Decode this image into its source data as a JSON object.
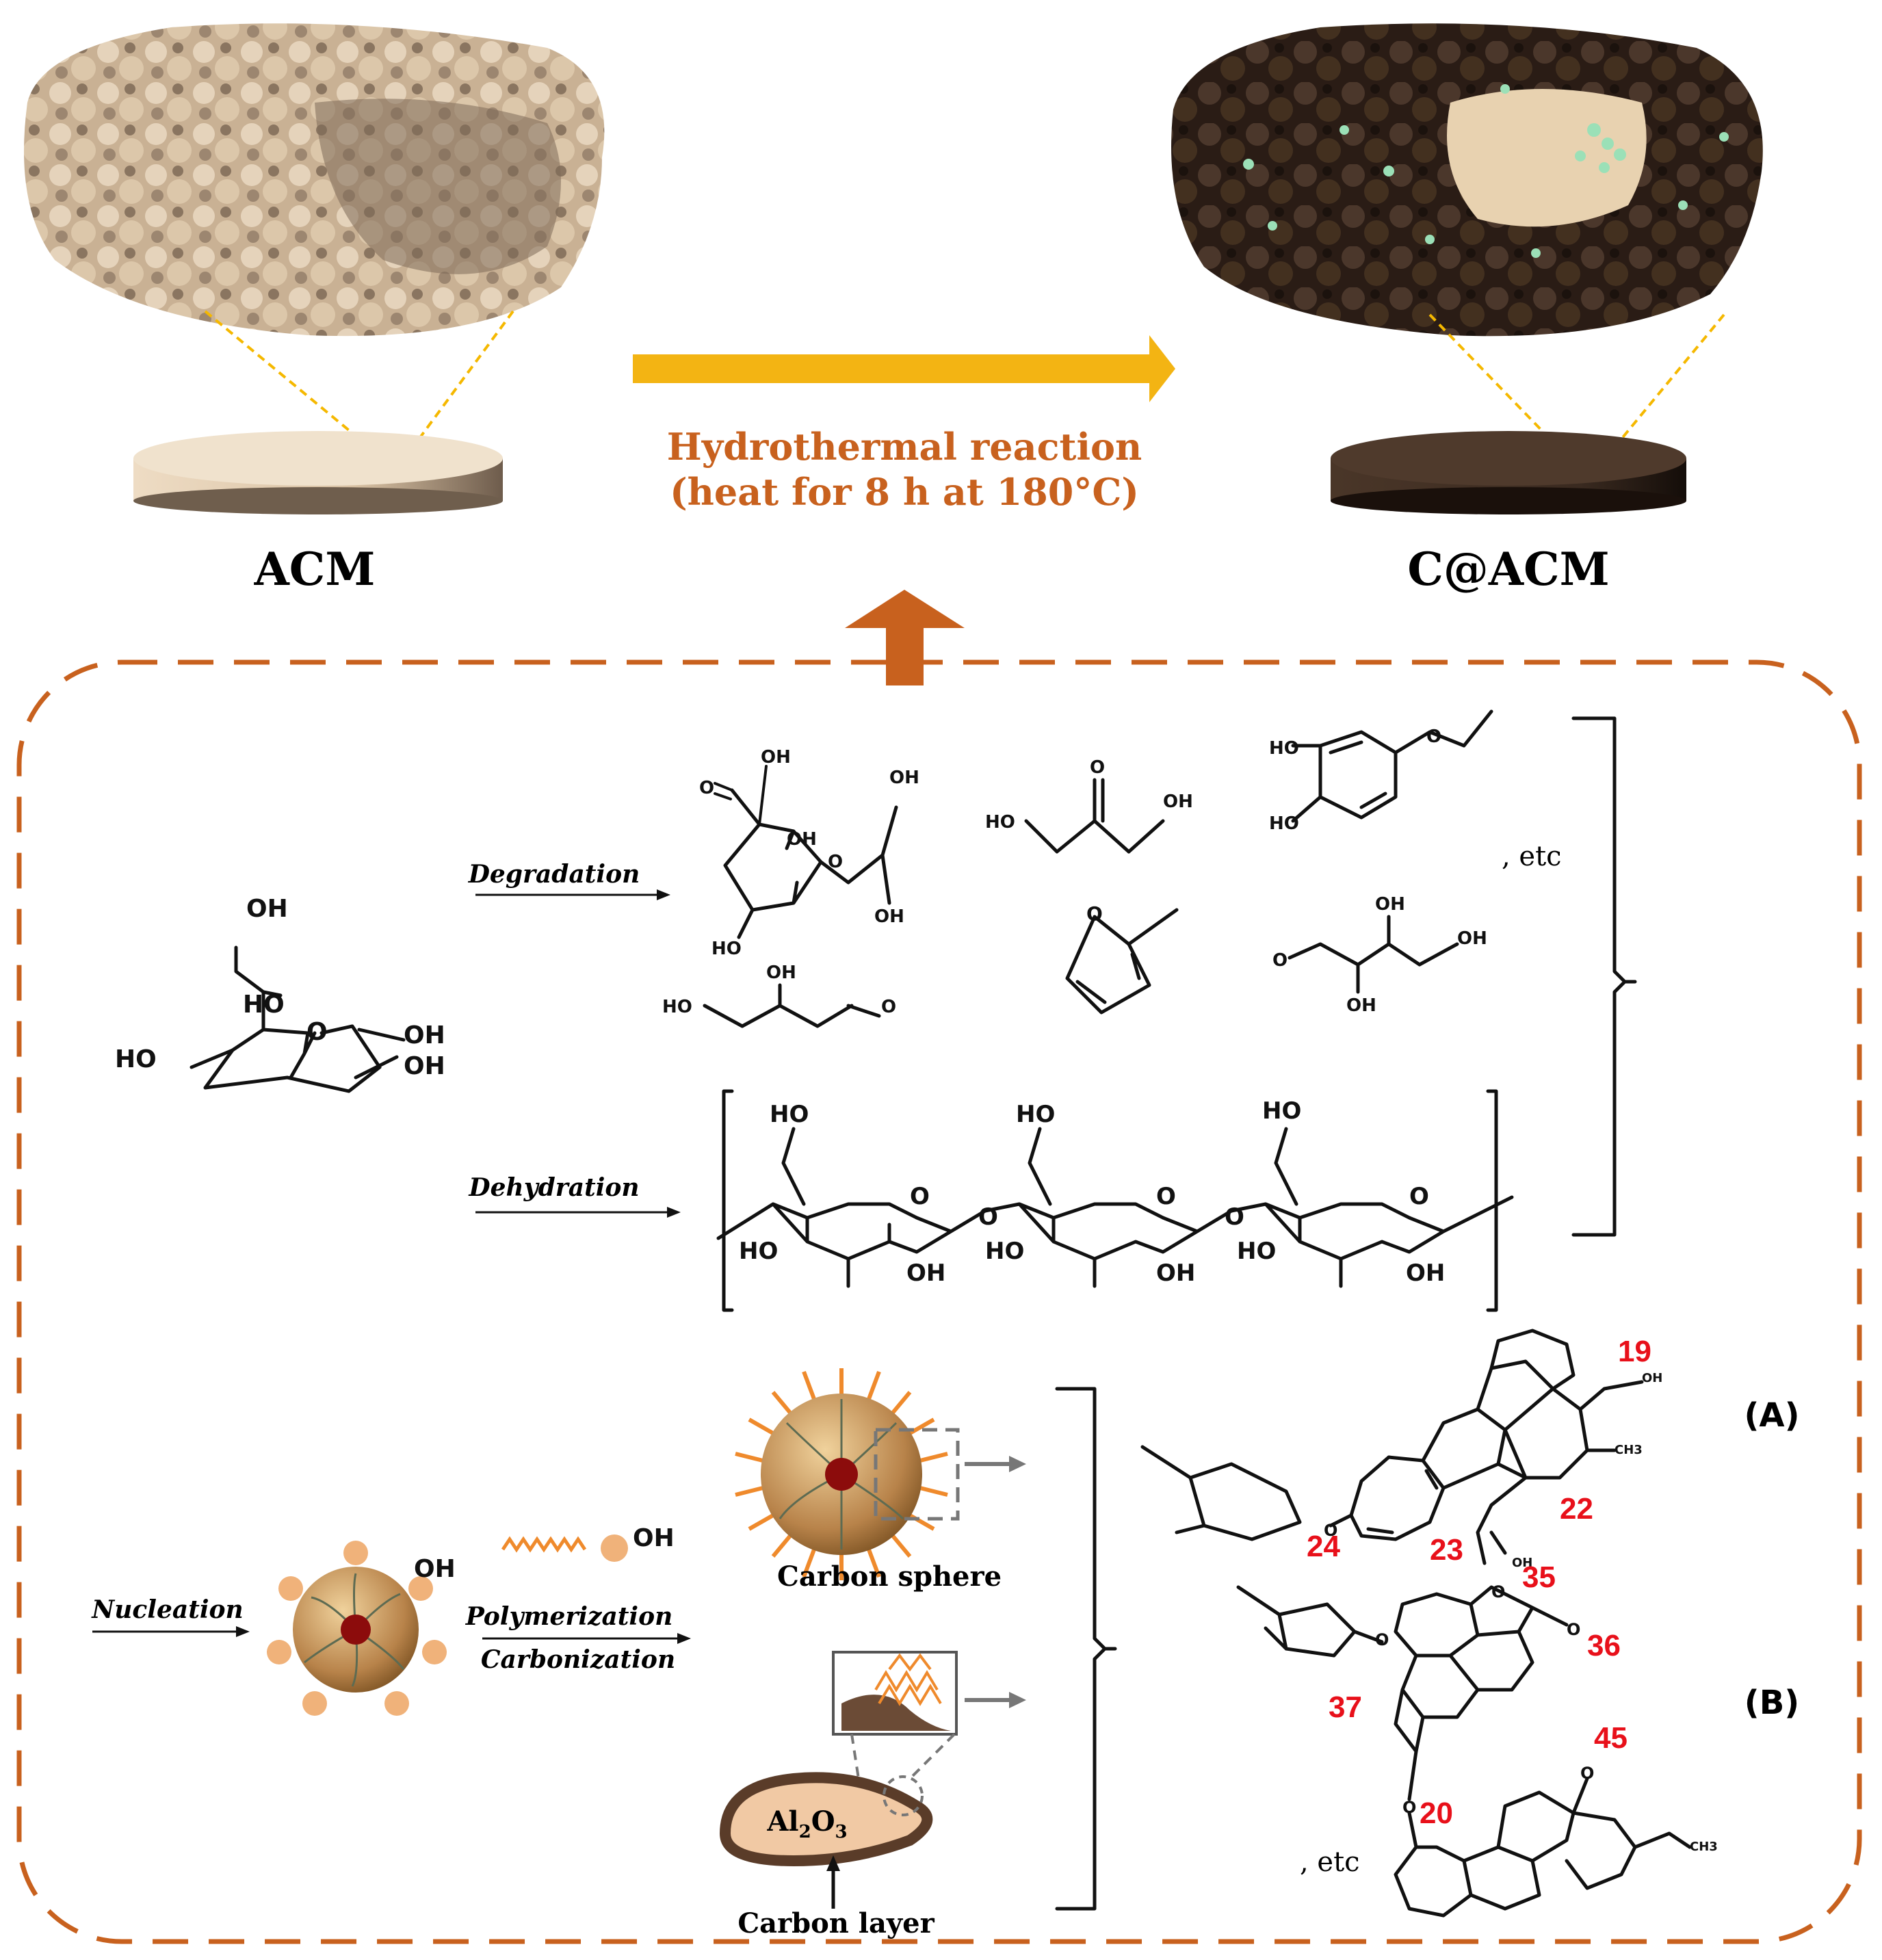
{
  "panel_top": {
    "left_label": "ACM",
    "right_label": "C@ACM",
    "arrow_line1": "Hydrothermal reaction",
    "arrow_line2": "(heat for 8 h at 180°C)"
  },
  "steps": {
    "degradation": "Degradation",
    "dehydration": "Dehydration",
    "nucleation": "Nucleation",
    "polymerization": "Polymerization",
    "carbonization": "Carbonization"
  },
  "labels": {
    "etc_top": ", etc",
    "etc_bottom": ", etc",
    "carbon_sphere": "Carbon sphere",
    "alumina": "Al",
    "alumina_sub": "2",
    "alumina_o": "O",
    "alumina_sub2": "3",
    "carbon_layer": "Carbon layer",
    "structure_a": "(A)",
    "structure_b": "(B)",
    "oh": "OH"
  },
  "site_numbers": {
    "n19": "19",
    "n22": "22",
    "n23": "23",
    "n24": "24",
    "n35": "35",
    "n36": "36",
    "n37": "37",
    "n45": "45",
    "n20": "20"
  },
  "colors": {
    "accent_orange": "#c8611e",
    "arrow_yellow": "#f3b413",
    "acm_beige": "#d9c3a6",
    "c_acm_brown": "#3d2b22",
    "site_red": "#e8101a"
  }
}
